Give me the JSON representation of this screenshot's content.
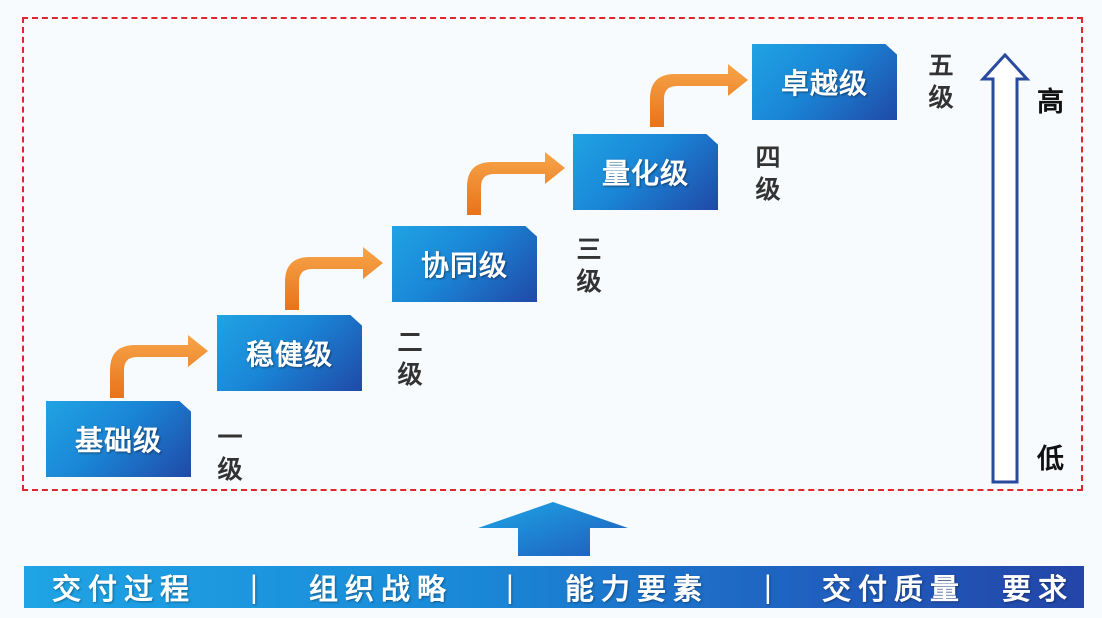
{
  "levels": [
    {
      "name": "基础级",
      "tag": "一级"
    },
    {
      "name": "稳健级",
      "tag": "二级"
    },
    {
      "name": "协同级",
      "tag": "三级"
    },
    {
      "name": "量化级",
      "tag": "四级"
    },
    {
      "name": "卓越级",
      "tag": "五级"
    }
  ],
  "scale": {
    "high": "高",
    "low": "低"
  },
  "bottom_bar": {
    "item1": "交付过程",
    "sep1": "|",
    "item2": "组织战略",
    "sep2": "|",
    "item3": "能力要素",
    "sep3": "|",
    "item4": "交付质量",
    "suffix": "要求"
  },
  "colors": {
    "frame_border": "#e0262c",
    "step_arrow": "#f08a2b",
    "level_box": "#1a86d6",
    "scale_arrow": "#2a4aa0"
  }
}
